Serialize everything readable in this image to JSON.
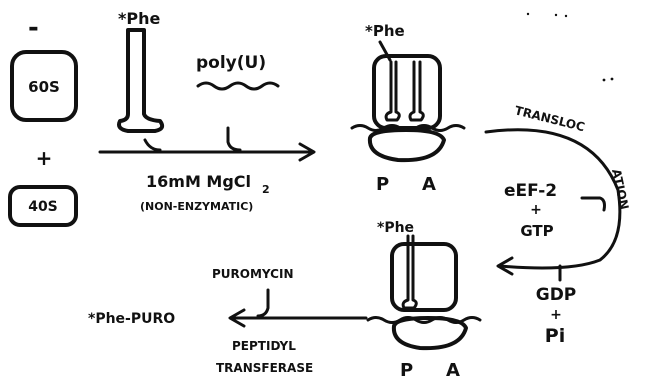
{
  "labels": {
    "minus": "-",
    "sub60": "60S",
    "plus_left": "+",
    "sub40": "40S",
    "phe_tRNA": "*Phe",
    "poly_u": "poly(U)",
    "mg_conditions": "16mM MgCl",
    "mg_subscript": "2",
    "non_enzymatic": "(NON-ENZYMATIC)",
    "phe_top_complex": "*Phe",
    "site_p_top": "P",
    "site_a_top": "A",
    "translocation_1": "TRANSLOC",
    "translocation_2": "ATION",
    "eef2": "eEF-2",
    "plus_eef": "+",
    "gtp": "GTP",
    "phe_bottom_complex": "*Phe",
    "site_p_bottom": "P",
    "site_a_bottom": "A",
    "gdp": "GDP",
    "plus_gdp": "+",
    "pi": "Pi",
    "puromycin": "PUROMYCIN",
    "phe_puro": "*Phe-PURO",
    "peptidyl": "PEPTIDYL",
    "transferase": "TRANSFERASE"
  }
}
